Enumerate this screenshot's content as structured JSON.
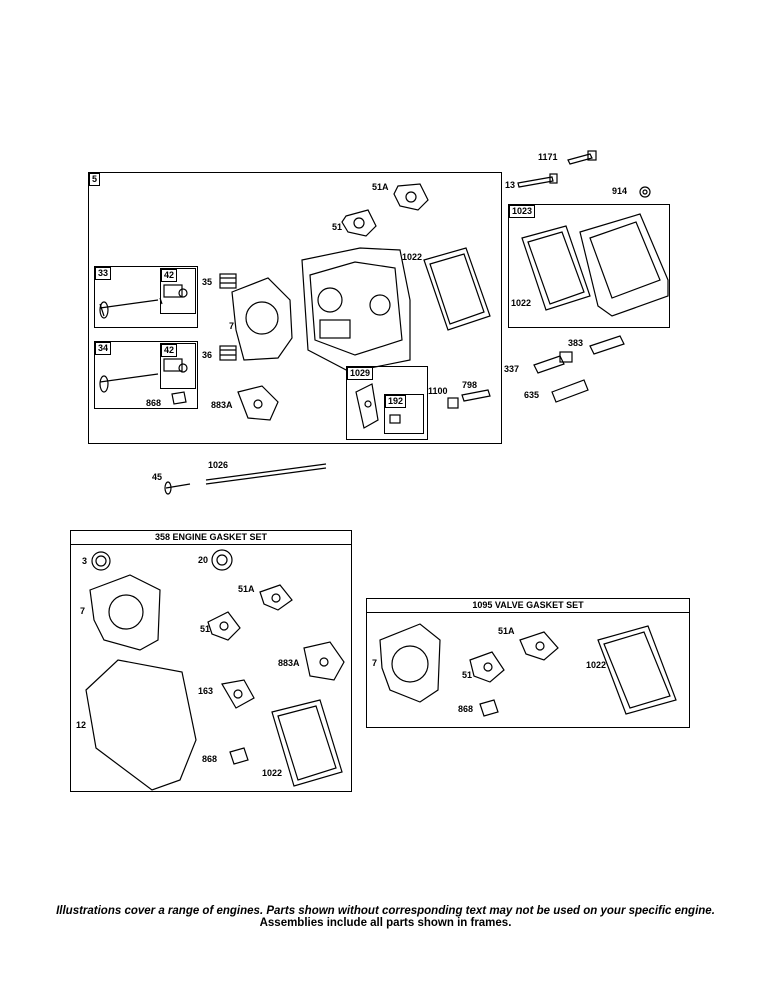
{
  "main_assembly": {
    "frame_label": "5",
    "sub_frames": {
      "valve_33": "33",
      "retainer_42a": "42",
      "valve_34": "34",
      "retainer_42b": "42",
      "rocker_1029": "1029",
      "stud_192": "192",
      "cover_1023": "1023"
    },
    "callouts": {
      "c1171": "1171",
      "c13": "13",
      "c914": "914",
      "c51a": "51A",
      "c51": "51",
      "c1022a": "1022",
      "c35": "35",
      "c7": "7",
      "c36": "36",
      "c868": "868",
      "c883a": "883A",
      "c1022b": "1022",
      "c383": "383",
      "c337": "337",
      "c635": "635",
      "c1100": "1100",
      "c798": "798",
      "c45": "45",
      "c1026": "1026"
    }
  },
  "engine_gasket_set": {
    "title": "358 ENGINE GASKET SET",
    "callouts": {
      "c3": "3",
      "c20": "20",
      "c51a": "51A",
      "c7": "7",
      "c51": "51",
      "c883a": "883A",
      "c163": "163",
      "c12": "12",
      "c868": "868",
      "c1022": "1022"
    }
  },
  "valve_gasket_set": {
    "title": "1095 VALVE GASKET SET",
    "callouts": {
      "c51a": "51A",
      "c7": "7",
      "c51": "51",
      "c1022": "1022",
      "c868": "868"
    }
  },
  "footer": {
    "line1": "Illustrations cover a range of engines. Parts shown without corresponding text may not be used on your specific engine.",
    "line2": "Assemblies include all parts shown in frames."
  }
}
